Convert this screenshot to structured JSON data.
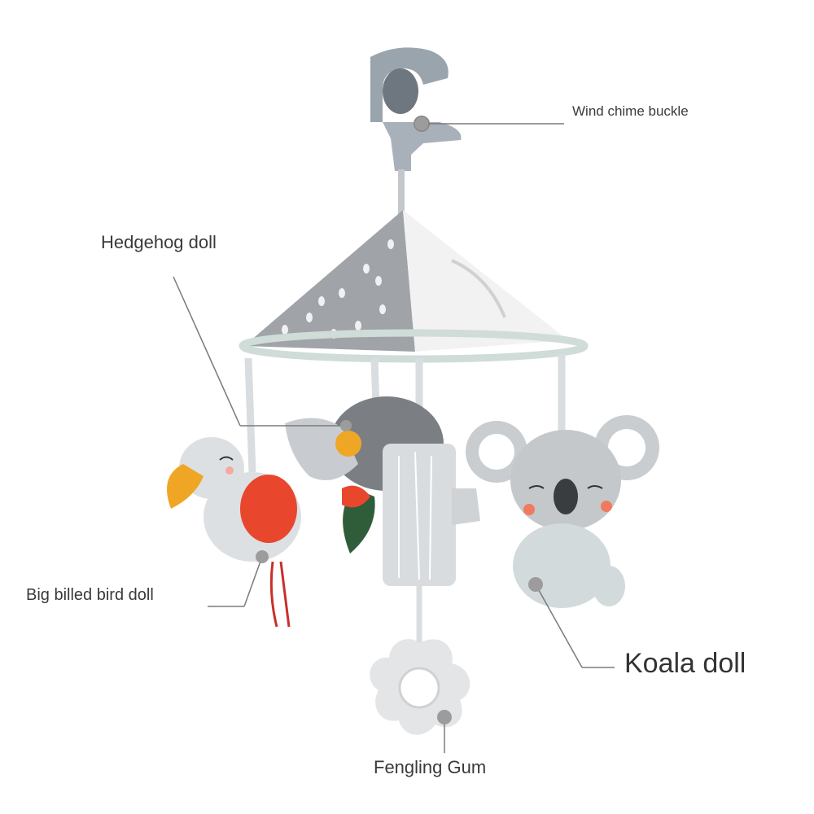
{
  "product_image": {
    "alt": "Baby crib mobile with clip, canopy and hanging plush toys"
  },
  "callouts": {
    "wind_chime_buckle": "Wind chime buckle",
    "hedgehog_doll": "Hedgehog doll",
    "big_billed_bird_doll": "Big billed bird doll",
    "koala_doll": "Koala doll",
    "fengling_gum": "Fengling Gum"
  },
  "colors": {
    "plush_grey": "#c9cdd0",
    "canopy_grey": "#9fa3a6",
    "ring_mint": "#d6e3df",
    "beak_yellow": "#f0a625",
    "wing_red": "#e8472e",
    "leaf_green": "#2f5d3a",
    "leader_line": "#7a7a7a"
  }
}
